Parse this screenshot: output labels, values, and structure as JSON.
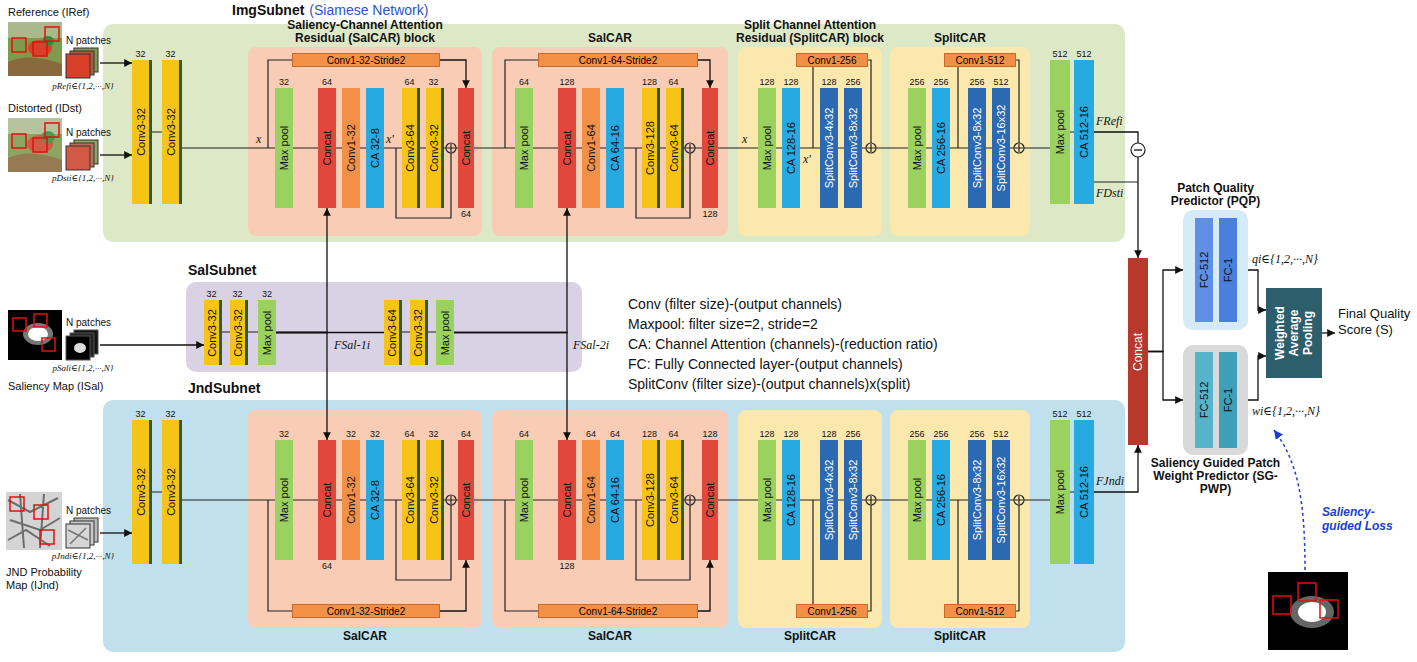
{
  "diagram": {
    "nodes": [
      {
        "text": [
          "Reference (IRef)"
        ]
      },
      {
        "text": [
          "N patches",
          "pRefi∈{1,2,···,N}"
        ]
      },
      {
        "text": [
          "Distorted (IDst)"
        ]
      },
      {
        "text": [
          "N patches",
          "pDsti∈{1,2,···,N}"
        ]
      },
      {
        "text": [
          "Saliency Map (ISal)"
        ]
      },
      {
        "text": [
          "N patches",
          "pSali∈{1,2,···,N}"
        ]
      },
      {
        "text": [
          "JND Probability Map (IJnd)"
        ]
      },
      {
        "text": [
          "N patches",
          "pJndi∈{1,2,···,N}"
        ]
      },
      {
        "text": [
          "ImgSubnet",
          "(Siamese Network)"
        ]
      },
      {
        "text": [
          "32",
          "Conv3-32"
        ],
        "in": 8
      },
      {
        "text": [
          "32",
          "Conv3-32"
        ],
        "in": 8
      },
      {
        "text": [
          "Saliency-Channel Attention Residual (SalCAR) block"
        ],
        "in": 8
      },
      {
        "text": [
          "Conv1-32-Stride2"
        ],
        "in": 11
      },
      {
        "text": [
          "32",
          "Max pool"
        ],
        "in": 11
      },
      {
        "text": [
          "64",
          "Concat"
        ],
        "in": 11
      },
      {
        "text": [
          "Conv1-32"
        ],
        "in": 11
      },
      {
        "text": [
          "CA 32-8"
        ],
        "in": 11
      },
      {
        "text": [
          "64",
          "Conv3-64"
        ],
        "in": 11
      },
      {
        "text": [
          "32",
          "Conv3-32"
        ],
        "in": 11
      },
      {
        "text": [
          "Concat",
          "64"
        ],
        "in": 11
      },
      {
        "text": [
          "SalCAR"
        ],
        "in": 8
      },
      {
        "text": [
          "Conv1-64-Stride2"
        ],
        "in": 20
      },
      {
        "text": [
          "64",
          "Max pool"
        ],
        "in": 20
      },
      {
        "text": [
          "128",
          "Concat"
        ],
        "in": 20
      },
      {
        "text": [
          "Conv1-64"
        ],
        "in": 20
      },
      {
        "text": [
          "CA 64-16"
        ],
        "in": 20
      },
      {
        "text": [
          "128",
          "Conv3-128"
        ],
        "in": 20
      },
      {
        "text": [
          "64",
          "Conv3-64"
        ],
        "in": 20
      },
      {
        "text": [
          "Concat",
          "128"
        ],
        "in": 20
      },
      {
        "text": [
          "Split Channel Attention Residual (SplitCAR) block"
        ],
        "in": 8
      },
      {
        "text": [
          "Conv1-256"
        ],
        "in": 29
      },
      {
        "text": [
          "128",
          "Max pool"
        ],
        "in": 29
      },
      {
        "text": [
          "128",
          "CA 128-16"
        ],
        "in": 29
      },
      {
        "text": [
          "128",
          "SplitConv3-4x32"
        ],
        "in": 29
      },
      {
        "text": [
          "256",
          "SplitConv3-8x32"
        ],
        "in": 29
      },
      {
        "text": [
          "SplitCAR"
        ],
        "in": 8
      },
      {
        "text": [
          "Conv1-512"
        ],
        "in": 35
      },
      {
        "text": [
          "256",
          "Max pool"
        ],
        "in": 35
      },
      {
        "text": [
          "256",
          "CA 256-16"
        ],
        "in": 35
      },
      {
        "text": [
          "256",
          "SplitConv3-8x32"
        ],
        "in": 35
      },
      {
        "text": [
          "512",
          "SplitConv3-16x32"
        ],
        "in": 35
      },
      {
        "text": [
          "512",
          "Max pool"
        ],
        "in": 8
      },
      {
        "text": [
          "512",
          "CA 512-16"
        ],
        "in": 8
      },
      {
        "text": [
          "SalSubnet"
        ]
      },
      {
        "text": [
          "32",
          "Conv3-32"
        ],
        "in": 43
      },
      {
        "text": [
          "32",
          "Conv3-32"
        ],
        "in": 43
      },
      {
        "text": [
          "32",
          "Max pool"
        ],
        "in": 43
      },
      {
        "text": [
          "Conv3-64"
        ],
        "in": 43
      },
      {
        "text": [
          "Conv3-32"
        ],
        "in": 43
      },
      {
        "text": [
          "Max pool"
        ],
        "in": 43
      },
      {
        "text": [
          "JndSubnet"
        ]
      },
      {
        "text": [
          "32",
          "Conv3-32"
        ],
        "in": 50
      },
      {
        "text": [
          "32",
          "Conv3-32"
        ],
        "in": 50
      },
      {
        "text": [
          "SalCAR"
        ],
        "in": 50
      },
      {
        "text": [
          "Conv1-32-Stride2"
        ],
        "in": 53
      },
      {
        "text": [
          "32",
          "Max pool"
        ],
        "in": 53
      },
      {
        "text": [
          "Concat",
          "64"
        ],
        "in": 53
      },
      {
        "text": [
          "32",
          "Conv1-32"
        ],
        "in": 53
      },
      {
        "text": [
          "32",
          "CA 32-8"
        ],
        "in": 53
      },
      {
        "text": [
          "64",
          "Conv3-64"
        ],
        "in": 53
      },
      {
        "text": [
          "32",
          "Conv3-32"
        ],
        "in": 53
      },
      {
        "text": [
          "64",
          "Concat"
        ],
        "in": 53
      },
      {
        "text": [
          "SalCAR"
        ],
        "in": 50
      },
      {
        "text": [
          "Conv1-64-Stride2"
        ],
        "in": 62
      },
      {
        "text": [
          "64",
          "Max pool"
        ],
        "in": 62
      },
      {
        "text": [
          "Concat",
          "128"
        ],
        "in": 62
      },
      {
        "text": [
          "64",
          "Conv1-64"
        ],
        "in": 62
      },
      {
        "text": [
          "64",
          "CA 64-16"
        ],
        "in": 62
      },
      {
        "text": [
          "128",
          "Conv3-128"
        ],
        "in": 62
      },
      {
        "text": [
          "64",
          "Conv3-64"
        ],
        "in": 62
      },
      {
        "text": [
          "128",
          "Concat"
        ],
        "in": 62
      },
      {
        "text": [
          "SplitCAR"
        ],
        "in": 50
      },
      {
        "text": [
          "128",
          "Max pool"
        ],
        "in": 71
      },
      {
        "text": [
          "128",
          "CA 128-16"
        ],
        "in": 71
      },
      {
        "text": [
          "128",
          "SplitConv3-4x32"
        ],
        "in": 71
      },
      {
        "text": [
          "256",
          "SplitConv3-8x32"
        ],
        "in": 71
      },
      {
        "text": [
          "Conv1-256"
        ],
        "in": 71
      },
      {
        "text": [
          "SplitCAR"
        ],
        "in": 50
      },
      {
        "text": [
          "256",
          "Max pool"
        ],
        "in": 77
      },
      {
        "text": [
          "256",
          "CA 256-16"
        ],
        "in": 77
      },
      {
        "text": [
          "256",
          "SplitConv3-8x32"
        ],
        "in": 77
      },
      {
        "text": [
          "512",
          "SplitConv3-16x32"
        ],
        "in": 77
      },
      {
        "text": [
          "Conv1-512"
        ],
        "in": 77
      },
      {
        "text": [
          "512",
          "Max pool"
        ],
        "in": 50
      },
      {
        "text": [
          "512",
          "CA 512-16"
        ],
        "in": 50
      },
      {
        "text": [
          "Concat"
        ]
      },
      {
        "text": [
          "Patch Quality Predictor (PQP)"
        ]
      },
      {
        "text": [
          "FC-512"
        ],
        "in": 86
      },
      {
        "text": [
          "FC-1"
        ],
        "in": 86
      },
      {
        "text": [
          "Saliency Guided Patch Weight Predictor (SG-PWP)"
        ]
      },
      {
        "text": [
          "FC-512"
        ],
        "in": 89
      },
      {
        "text": [
          "FC-1"
        ],
        "in": 89
      },
      {
        "text": [
          "Weighted Average Pooling"
        ]
      }
    ],
    "edges": [
      {
        "from": 1,
        "to": 9,
        "arrow": "to"
      },
      {
        "from": 3,
        "to": 9,
        "arrow": "to"
      },
      {
        "from": 5,
        "to": 44,
        "arrow": "to"
      },
      {
        "from": 7,
        "to": 51,
        "arrow": "to"
      },
      {
        "from": 46,
        "to": 14,
        "arrow": "to"
      },
      {
        "from": 46,
        "to": 56,
        "arrow": "to"
      },
      {
        "from": 46,
        "to": 47,
        "arrow": "none"
      },
      {
        "from": 49,
        "to": 23,
        "arrow": "to"
      },
      {
        "from": 49,
        "to": 65,
        "arrow": "to"
      },
      {
        "from": 12,
        "to": 19,
        "arrow": "to"
      },
      {
        "from": 21,
        "to": 28,
        "arrow": "to"
      },
      {
        "from": 54,
        "to": 61,
        "arrow": "to"
      },
      {
        "from": 63,
        "to": 70,
        "arrow": "to"
      },
      {
        "from": 42,
        "to": 85,
        "arrow": "to"
      },
      {
        "from": 84,
        "to": 85,
        "arrow": "to"
      },
      {
        "from": 85,
        "to": 86,
        "arrow": "to"
      },
      {
        "from": 85,
        "to": 89,
        "arrow": "to"
      },
      {
        "from": 86,
        "to": 92,
        "arrow": "to"
      },
      {
        "from": 89,
        "to": 92,
        "arrow": "to"
      }
    ],
    "labels": [
      "x",
      "x'",
      "x",
      "x'",
      "FRefi",
      "FDsti",
      "FSal-1i",
      "FSal-2i",
      "FJndi",
      "Conv (filter size)-(output channels)",
      "Maxpool: filter size=2, stride=2",
      "CA: Channel Attention (channels)-(reduction ratio)",
      "FC: Fully Connected layer-(output channels)",
      "SplitConv (filter size)-(output channels)x(split)",
      "qi∈{1,2,···,N}",
      "wi∈{1,2,···,N}",
      "Final Quality Score (S)",
      "Saliency-guided Loss"
    ]
  }
}
